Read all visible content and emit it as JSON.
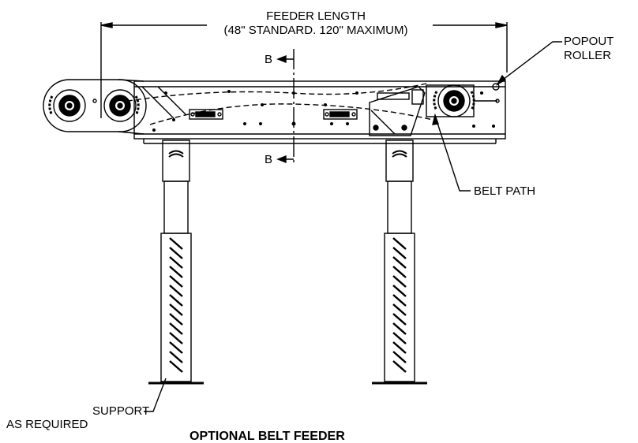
{
  "dimension": {
    "title": "FEEDER LENGTH",
    "subtitle": "(48\" STANDARD. 120\" MAXIMUM)"
  },
  "callouts": {
    "popout_line1": "POPOUT",
    "popout_line2": "ROLLER",
    "belt_path": "BELT PATH",
    "support_line1": "SUPPORT",
    "support_line2": "AS REQUIRED"
  },
  "section": {
    "top_label": "B",
    "bottom_label": "B"
  },
  "caption": "OPTIONAL BELT FEEDER"
}
